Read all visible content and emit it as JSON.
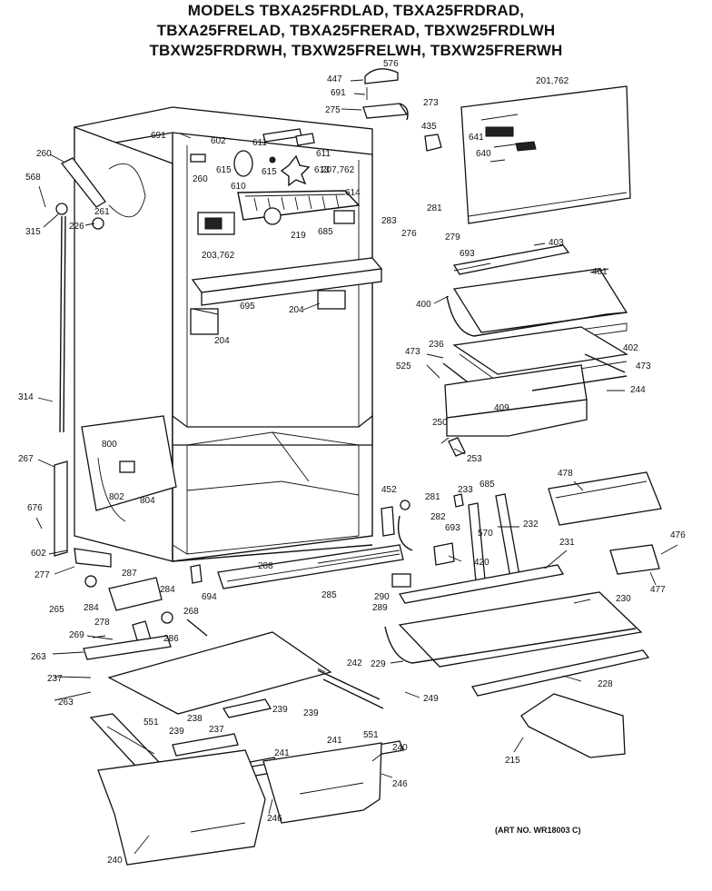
{
  "title_lines": [
    "MODELS TBXA25FRDLAD, TBXA25FRDRAD,",
    "TBXA25FRELAD, TBXA25FRERAD, TBXW25FRDLWH",
    "TBXW25FRDRWH, TBXW25FRELWH, TBXW25FRERWH"
  ],
  "art_number": "(ART NO. WR18003 C)",
  "part_labels": [
    {
      "id": "p576",
      "text": "576"
    },
    {
      "id": "p447",
      "text": "447"
    },
    {
      "id": "p691a",
      "text": "691"
    },
    {
      "id": "p273",
      "text": "273"
    },
    {
      "id": "p275",
      "text": "275"
    },
    {
      "id": "p435",
      "text": "435"
    },
    {
      "id": "p201",
      "text": "201,762"
    },
    {
      "id": "p641",
      "text": "641"
    },
    {
      "id": "p640",
      "text": "640"
    },
    {
      "id": "p691b",
      "text": "691"
    },
    {
      "id": "p602a",
      "text": "602"
    },
    {
      "id": "p611a",
      "text": "611"
    },
    {
      "id": "p611b",
      "text": "611"
    },
    {
      "id": "p260a",
      "text": "260"
    },
    {
      "id": "p615a",
      "text": "615"
    },
    {
      "id": "p615b",
      "text": "615"
    },
    {
      "id": "p613",
      "text": "613"
    },
    {
      "id": "p260b",
      "text": "260"
    },
    {
      "id": "p610",
      "text": "610"
    },
    {
      "id": "p207",
      "text": "207,762"
    },
    {
      "id": "p614",
      "text": "614"
    },
    {
      "id": "p568",
      "text": "568"
    },
    {
      "id": "p261",
      "text": "261"
    },
    {
      "id": "p226",
      "text": "226"
    },
    {
      "id": "p315",
      "text": "315"
    },
    {
      "id": "p685a",
      "text": "685"
    },
    {
      "id": "p219",
      "text": "219"
    },
    {
      "id": "p281a",
      "text": "281"
    },
    {
      "id": "p283",
      "text": "283"
    },
    {
      "id": "p276",
      "text": "276"
    },
    {
      "id": "p279",
      "text": "279"
    },
    {
      "id": "p693a",
      "text": "693"
    },
    {
      "id": "p403",
      "text": "403"
    },
    {
      "id": "p203",
      "text": "203,762"
    },
    {
      "id": "p401",
      "text": "401"
    },
    {
      "id": "p695",
      "text": "695"
    },
    {
      "id": "p204a",
      "text": "204"
    },
    {
      "id": "p204b",
      "text": "204"
    },
    {
      "id": "p400",
      "text": "400"
    },
    {
      "id": "p402",
      "text": "402"
    },
    {
      "id": "p473a",
      "text": "473"
    },
    {
      "id": "p236",
      "text": "236"
    },
    {
      "id": "p525",
      "text": "525"
    },
    {
      "id": "p473b",
      "text": "473"
    },
    {
      "id": "p314",
      "text": "314"
    },
    {
      "id": "p409",
      "text": "409"
    },
    {
      "id": "p244",
      "text": "244"
    },
    {
      "id": "p250",
      "text": "250"
    },
    {
      "id": "p253",
      "text": "253"
    },
    {
      "id": "p267",
      "text": "267"
    },
    {
      "id": "p800",
      "text": "800"
    },
    {
      "id": "p802",
      "text": "802"
    },
    {
      "id": "p804",
      "text": "804"
    },
    {
      "id": "p478",
      "text": "478"
    },
    {
      "id": "p452",
      "text": "452"
    },
    {
      "id": "p233",
      "text": "233"
    },
    {
      "id": "p685b",
      "text": "685"
    },
    {
      "id": "p281b",
      "text": "281"
    },
    {
      "id": "p282",
      "text": "282"
    },
    {
      "id": "p693b",
      "text": "693"
    },
    {
      "id": "p570",
      "text": "570"
    },
    {
      "id": "p232",
      "text": "232"
    },
    {
      "id": "p676",
      "text": "676"
    },
    {
      "id": "p476",
      "text": "476"
    },
    {
      "id": "p231",
      "text": "231"
    },
    {
      "id": "p602b",
      "text": "602"
    },
    {
      "id": "p277",
      "text": "277"
    },
    {
      "id": "p420",
      "text": "420"
    },
    {
      "id": "p477",
      "text": "477"
    },
    {
      "id": "p287",
      "text": "287"
    },
    {
      "id": "p288",
      "text": "288"
    },
    {
      "id": "p284a",
      "text": "284"
    },
    {
      "id": "p265",
      "text": "265"
    },
    {
      "id": "p284b",
      "text": "284"
    },
    {
      "id": "p694",
      "text": "694"
    },
    {
      "id": "p285",
      "text": "285"
    },
    {
      "id": "p290",
      "text": "290"
    },
    {
      "id": "p289",
      "text": "289"
    },
    {
      "id": "p230",
      "text": "230"
    },
    {
      "id": "p268",
      "text": "268"
    },
    {
      "id": "p278",
      "text": "278"
    },
    {
      "id": "p286",
      "text": "286"
    },
    {
      "id": "p269",
      "text": "269"
    },
    {
      "id": "p263a",
      "text": "263"
    },
    {
      "id": "p242",
      "text": "242"
    },
    {
      "id": "p229",
      "text": "229"
    },
    {
      "id": "p237a",
      "text": "237"
    },
    {
      "id": "p228",
      "text": "228"
    },
    {
      "id": "p263b",
      "text": "263"
    },
    {
      "id": "p239a",
      "text": "239"
    },
    {
      "id": "p239b",
      "text": "239"
    },
    {
      "id": "p249",
      "text": "249"
    },
    {
      "id": "p551a",
      "text": "551"
    },
    {
      "id": "p238",
      "text": "238"
    },
    {
      "id": "p239c",
      "text": "239"
    },
    {
      "id": "p237b",
      "text": "237"
    },
    {
      "id": "p551b",
      "text": "551"
    },
    {
      "id": "p241a",
      "text": "241"
    },
    {
      "id": "p241b",
      "text": "241"
    },
    {
      "id": "p240a",
      "text": "240"
    },
    {
      "id": "p215",
      "text": "215"
    },
    {
      "id": "p246a",
      "text": "246"
    },
    {
      "id": "p246b",
      "text": "246"
    },
    {
      "id": "p240b",
      "text": "240"
    }
  ]
}
